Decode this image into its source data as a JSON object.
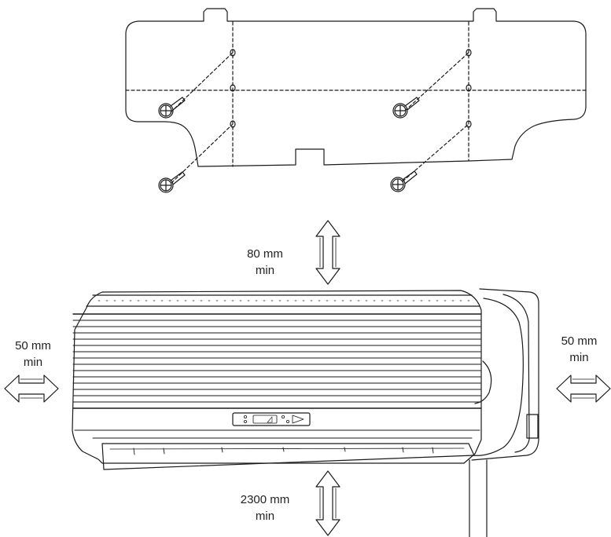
{
  "clearances": {
    "top": {
      "value": "80 mm",
      "unit_line": "min"
    },
    "bottom": {
      "value": "2300 mm",
      "unit_line": "min"
    },
    "left": {
      "value": "50 mm",
      "unit_line": "min"
    },
    "right": {
      "value": "50 mm",
      "unit_line": "min"
    }
  },
  "colors": {
    "line": "#1a1a1a",
    "background": "#ffffff"
  }
}
